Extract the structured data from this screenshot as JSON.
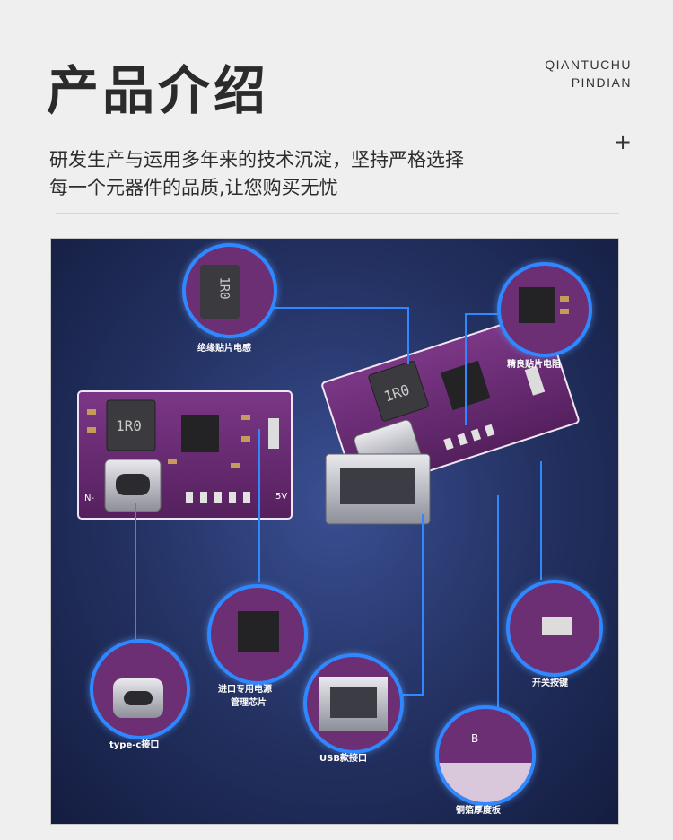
{
  "header": {
    "title": "产品介绍",
    "brand_line1": "QIANTUCHU",
    "brand_line2": "PINDIAN",
    "plus": "+",
    "desc_line1": "研发生产与运用多年来的技术沉淀，坚持严格选择",
    "desc_line2": "每一个元器件的品质,让您购买无忧"
  },
  "callouts": [
    {
      "label": "绝缘贴片电感"
    },
    {
      "label": "精良贴片电阻"
    },
    {
      "label": "进口专用电源"
    },
    {
      "label": "管理芯片"
    },
    {
      "label": "type-c接口"
    },
    {
      "label": "USB款接口"
    },
    {
      "label": "开关按键"
    },
    {
      "label": "铜箔厚度板"
    }
  ],
  "board": {
    "inductor_text": "1R0",
    "pin_in": "IN-",
    "pin_b": "B-",
    "pin_5v": "5V"
  },
  "colors": {
    "accent_line": "#2f88ff",
    "pcb_purple": "#6c2f74",
    "panel_dark": "#1b2550"
  }
}
